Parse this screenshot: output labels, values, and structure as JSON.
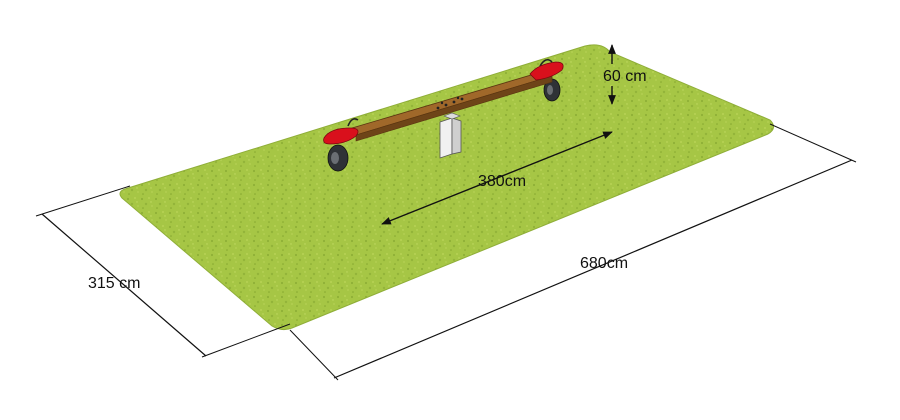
{
  "dimensions": {
    "width_label": "315 cm",
    "length_label": "680cm",
    "seesaw_length_label": "380cm",
    "height_label": "60 cm"
  },
  "colors": {
    "grass_light": "#a6c645",
    "grass_dark": "#8cae34",
    "beam": "#a0682a",
    "beam_dark": "#6e4418",
    "seat": "#d9101c",
    "post": "#e6e6e6",
    "tyre": "#2f3236",
    "line": "#111111"
  },
  "icons": {
    "seesaw": "seesaw-equipment-icon"
  }
}
